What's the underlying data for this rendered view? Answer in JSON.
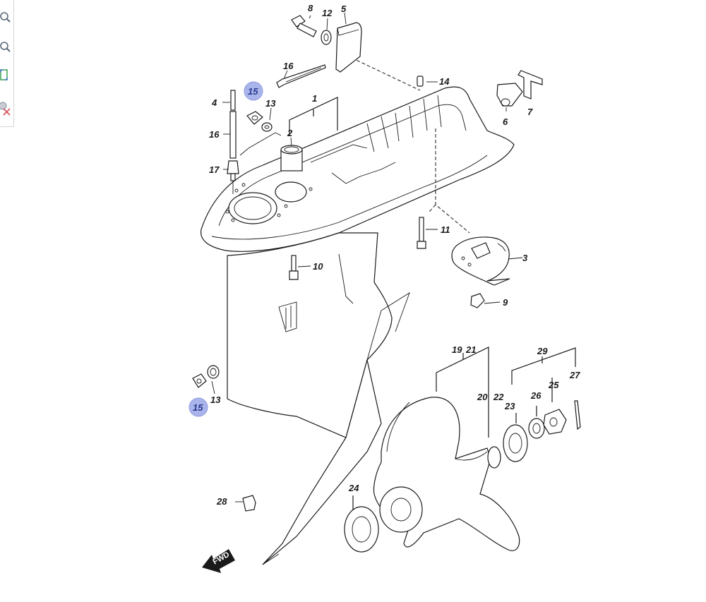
{
  "toolbar": {
    "tools": [
      {
        "name": "zoom-in",
        "icon": "zoom-in-icon"
      },
      {
        "name": "zoom-out",
        "icon": "zoom-out-icon"
      },
      {
        "name": "fit",
        "icon": "fit-to-window-icon"
      },
      {
        "name": "reset",
        "icon": "reset-zoom-icon"
      }
    ],
    "accent": "#2f9a4a"
  },
  "diagram": {
    "direction_label": "FWD",
    "highlight_color": "#a8b4ea",
    "callouts": {
      "c1": "1",
      "c2": "2",
      "c3": "3",
      "c4": "4",
      "c5": "5",
      "c6": "6",
      "c7": "7",
      "c8": "8",
      "c9": "9",
      "c10": "10",
      "c11": "11",
      "c12": "12",
      "c13a": "13",
      "c13b": "13",
      "c14": "14",
      "c15a": "15",
      "c15b": "15",
      "c16a": "16",
      "c16b": "16",
      "c17": "17",
      "c19": "19",
      "c20": "20",
      "c21": "21",
      "c22": "22",
      "c23": "23",
      "c24": "24",
      "c25": "25",
      "c26": "26",
      "c27": "27",
      "c28": "28",
      "c29": "29"
    }
  }
}
